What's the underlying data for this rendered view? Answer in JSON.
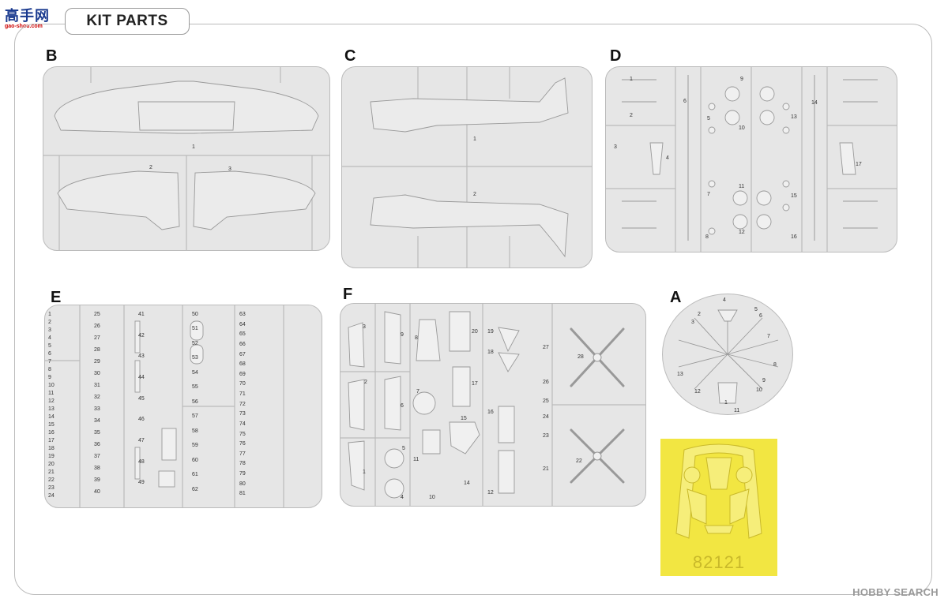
{
  "watermark": {
    "chinese": "高手网",
    "url": "gao-shou.com"
  },
  "header": {
    "title": "KIT PARTS"
  },
  "sprues": {
    "B": {
      "letter": "B",
      "parts": [
        "1",
        "2",
        "3"
      ]
    },
    "C": {
      "letter": "C",
      "parts": [
        "1",
        "2"
      ]
    },
    "D": {
      "letter": "D",
      "parts": [
        "1",
        "2",
        "3",
        "4",
        "5",
        "6",
        "7",
        "8",
        "9",
        "10",
        "11",
        "12",
        "13",
        "14",
        "15",
        "16",
        "17"
      ]
    },
    "E": {
      "letter": "E",
      "parts": [
        "1",
        "2",
        "3",
        "4",
        "5",
        "6",
        "7",
        "8",
        "9",
        "10",
        "11",
        "12",
        "13",
        "14",
        "15",
        "16",
        "17",
        "18",
        "19",
        "20",
        "21",
        "22",
        "23",
        "24",
        "25",
        "26",
        "27",
        "28",
        "29",
        "30",
        "31",
        "32",
        "33",
        "34",
        "35",
        "36",
        "37",
        "38",
        "39",
        "40",
        "41",
        "42",
        "43",
        "44",
        "45",
        "46",
        "47",
        "48",
        "49",
        "50",
        "51",
        "52",
        "53",
        "54",
        "55",
        "56",
        "57",
        "58",
        "59",
        "60",
        "61",
        "62",
        "63",
        "64",
        "65",
        "66",
        "67",
        "68",
        "69",
        "70",
        "71",
        "72",
        "73",
        "74",
        "75",
        "76",
        "77",
        "78",
        "79",
        "80",
        "81"
      ]
    },
    "F": {
      "letter": "F",
      "parts": [
        "1",
        "2",
        "3",
        "4",
        "5",
        "6",
        "7",
        "8",
        "9",
        "10",
        "11",
        "12",
        "14",
        "15",
        "16",
        "17",
        "18",
        "19",
        "20",
        "21",
        "22",
        "23",
        "24",
        "25",
        "26",
        "27",
        "28"
      ]
    },
    "A": {
      "letter": "A",
      "parts": [
        "1",
        "2",
        "3",
        "4",
        "5",
        "6",
        "7",
        "8",
        "9",
        "10",
        "11",
        "12",
        "13"
      ]
    }
  },
  "mask_sheet": {
    "code": "82121",
    "color": "#f2e642"
  },
  "footer": {
    "brand": "HOBBY SEARCH"
  }
}
